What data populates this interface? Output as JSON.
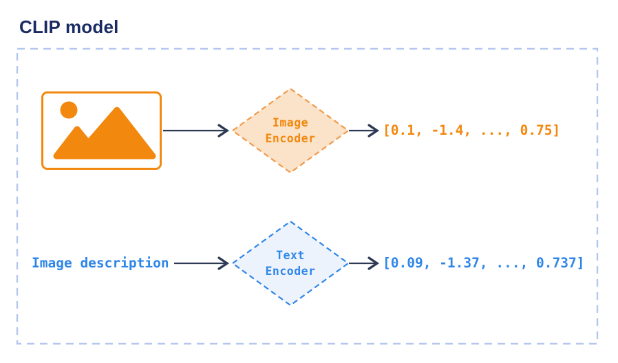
{
  "title": "CLIP model",
  "colors": {
    "navy": "#1a2b63",
    "arrow": "#2e3a54",
    "orange": "#f2880e",
    "orange_dash": "#f2994a",
    "orange_fill": "#fae3c8",
    "blue": "#2f86e8",
    "blue_fill": "#edf3fc",
    "frame": "#b5c7ef"
  },
  "icons": {
    "image_placeholder": "image-icon"
  },
  "image_branch": {
    "encoder_label": {
      "line1": "Image",
      "line2": "Encoder"
    },
    "output_vector": "[0.1, -1.4, ..., 0.75]"
  },
  "text_branch": {
    "input_label": "Image description",
    "encoder_label": {
      "line1": "Text",
      "line2": "Encoder"
    },
    "output_vector": "[0.09, -1.37, ..., 0.737]"
  }
}
